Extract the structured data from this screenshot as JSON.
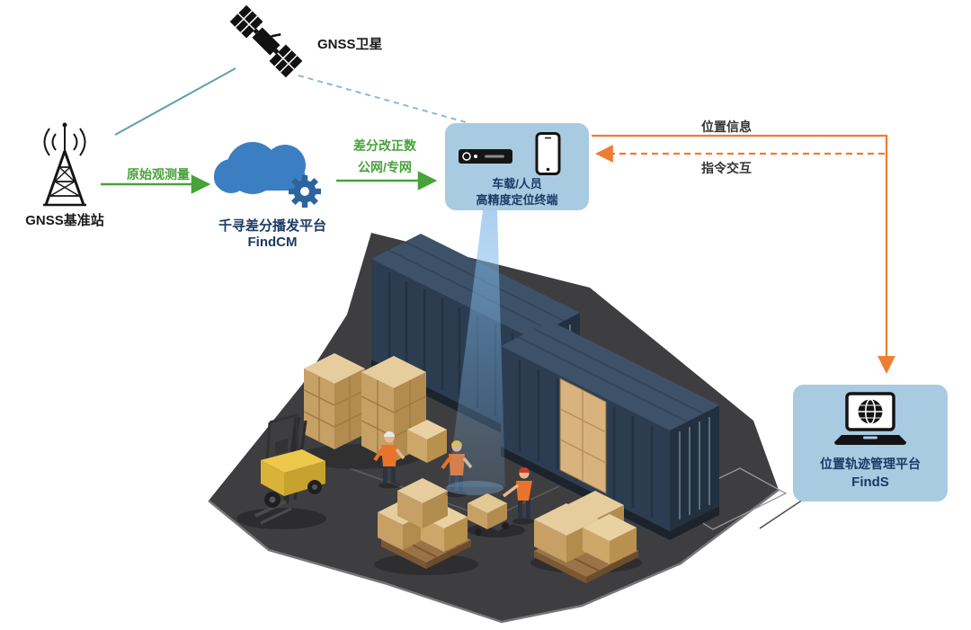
{
  "nodes": {
    "satellite": {
      "label": "GNSS卫星",
      "icon": "satellite-icon"
    },
    "base_station": {
      "label": "GNSS基准站",
      "icon": "radio-tower-icon"
    },
    "cloud_platform": {
      "title": "千寻差分播发平台",
      "subtitle": "FindCM",
      "icon": "cloud-gear-icon"
    },
    "terminal": {
      "line1": "车载/人员",
      "line2": "高精度定位终端",
      "icons": [
        "vehicle-terminal-icon",
        "smartphone-icon"
      ]
    },
    "management_platform": {
      "title": "位置轨迹管理平台",
      "subtitle": "FindS",
      "icon": "laptop-globe-icon"
    }
  },
  "links": {
    "raw_observation": {
      "label": "原始观测量"
    },
    "differential": {
      "line1": "差分改正数",
      "line2": "公网/专网"
    },
    "position_info": {
      "label": "位置信息"
    },
    "command_interaction": {
      "label": "指令交互"
    }
  },
  "colors": {
    "accent_green": "#47a239",
    "accent_orange": "#ee7d31",
    "satellite_link_teal": "#5e9fae",
    "satellite_link_dashed_blue": "#8cb8da",
    "bubble_blue": "#a8cbe2",
    "navy_text": "#1b3a63",
    "container_navy": "#2c3d51",
    "floor_gray": "#3e3e41",
    "box_tan": "#c7a065",
    "forklift_yellow": "#edc84a"
  }
}
